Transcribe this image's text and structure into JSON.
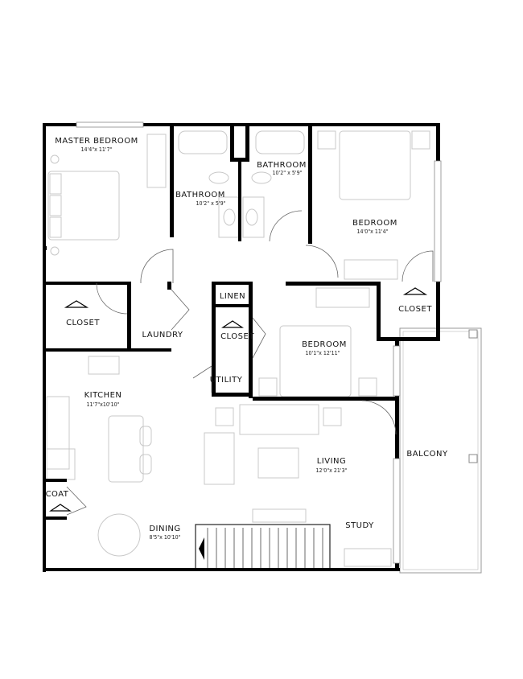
{
  "rooms": {
    "master_bedroom": {
      "name": "MASTER BEDROOM",
      "size": "14'4\"x 11'7\""
    },
    "bathroom_1": {
      "name": "BATHROOM",
      "size": "10'2\" x 5'9\""
    },
    "bathroom_2": {
      "name": "BATHROOM",
      "size": "10'2\" x 5'9\""
    },
    "bedroom_1": {
      "name": "BEDROOM",
      "size": "14'0\"x 11'4\""
    },
    "bedroom_2": {
      "name": "BEDROOM",
      "size": "10'1\"x 12'11\""
    },
    "kitchen": {
      "name": "KITCHEN",
      "size": "11'7\"x10'10\""
    },
    "living": {
      "name": "LIVING",
      "size": "12'0\"x 21'3\""
    },
    "dining": {
      "name": "DINING",
      "size": "8'5\"x 10'10\""
    },
    "master_closet": {
      "name": "CLOSET"
    },
    "bedroom_closet": {
      "name": "CLOSET"
    },
    "hall_closet": {
      "name": "CLOSET"
    },
    "laundry": {
      "name": "LAUNDRY"
    },
    "linen": {
      "name": "LINEN"
    },
    "utility": {
      "name": "UTILITY"
    },
    "coat": {
      "name": "COAT"
    },
    "balcony": {
      "name": "BALCONY"
    },
    "study": {
      "name": "STUDY"
    }
  },
  "colors": {
    "wall": "#000000",
    "fixture": "#c8c8c8",
    "text": "#111111"
  }
}
